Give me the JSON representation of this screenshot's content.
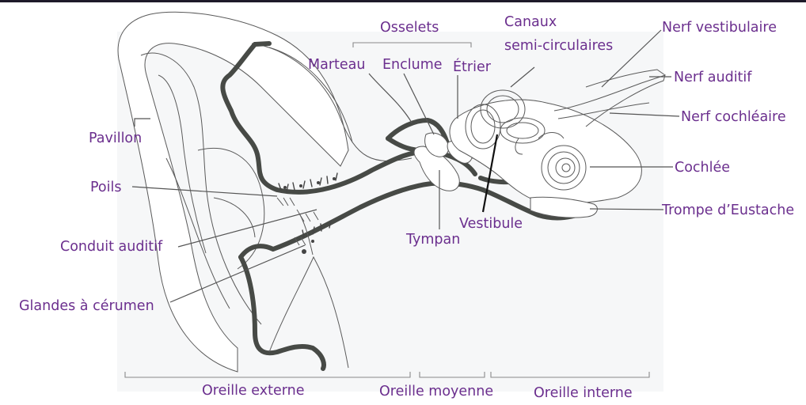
{
  "labels": {
    "osselets": "Osselets",
    "canaux_line1": "Canaux",
    "canaux_line2": "semi-circulaires",
    "nerf_vestibulaire": "Nerf vestibulaire",
    "nerf_auditif": "Nerf auditif",
    "marteau": "Marteau",
    "enclume": "Enclume",
    "etrier": "Étrier",
    "nerf_cochleaire": "Nerf cochléaire",
    "pavillon": "Pavillon",
    "cochlee": "Cochlée",
    "poils": "Poils",
    "trompe": "Trompe d’Eustache",
    "vestibule": "Vestibule",
    "tympan": "Tympan",
    "conduit": "Conduit auditif",
    "glandes": "Glandes à cérumen",
    "oreille_externe": "Oreille externe",
    "oreille_moyenne": "Oreille moyenne",
    "oreille_interne": "Oreille interne"
  },
  "colors": {
    "label_text": "#6b2f8e",
    "canal_wall": "#474a46",
    "top_bar": "#1e1a2a"
  }
}
